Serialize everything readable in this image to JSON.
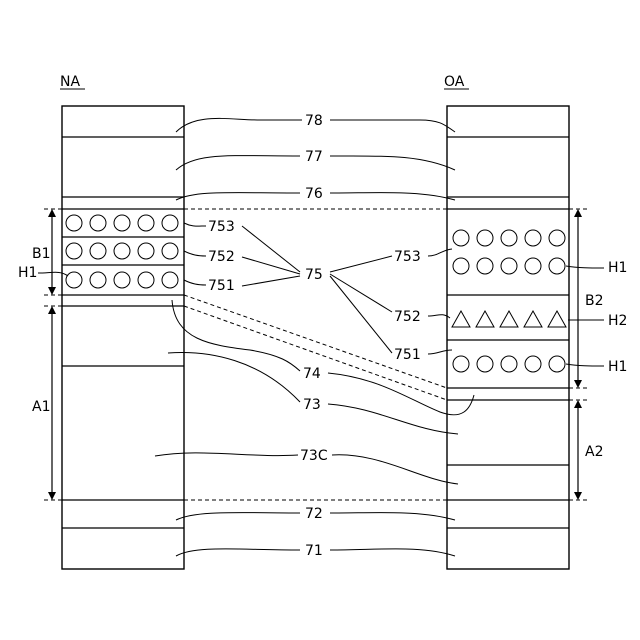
{
  "figure": {
    "labels": {
      "na": "NA",
      "oa": "OA",
      "b1": "B1",
      "b2": "B2",
      "a1": "A1",
      "a2": "A2",
      "h1_left": "H1",
      "h1_right_top": "H1",
      "h2_right": "H2",
      "h1_right_bottom": "H1"
    },
    "reference_numerals": {
      "r78": "78",
      "r77": "77",
      "r76": "76",
      "r75": "75",
      "r753_left": "753",
      "r752_left": "752",
      "r751_left": "751",
      "r753_right": "753",
      "r752_right": "752",
      "r751_right": "751",
      "r74": "74",
      "r73": "73",
      "r73c": "73C",
      "r72": "72",
      "r71": "71"
    },
    "line_color": "#000000",
    "background": "#ffffff"
  }
}
